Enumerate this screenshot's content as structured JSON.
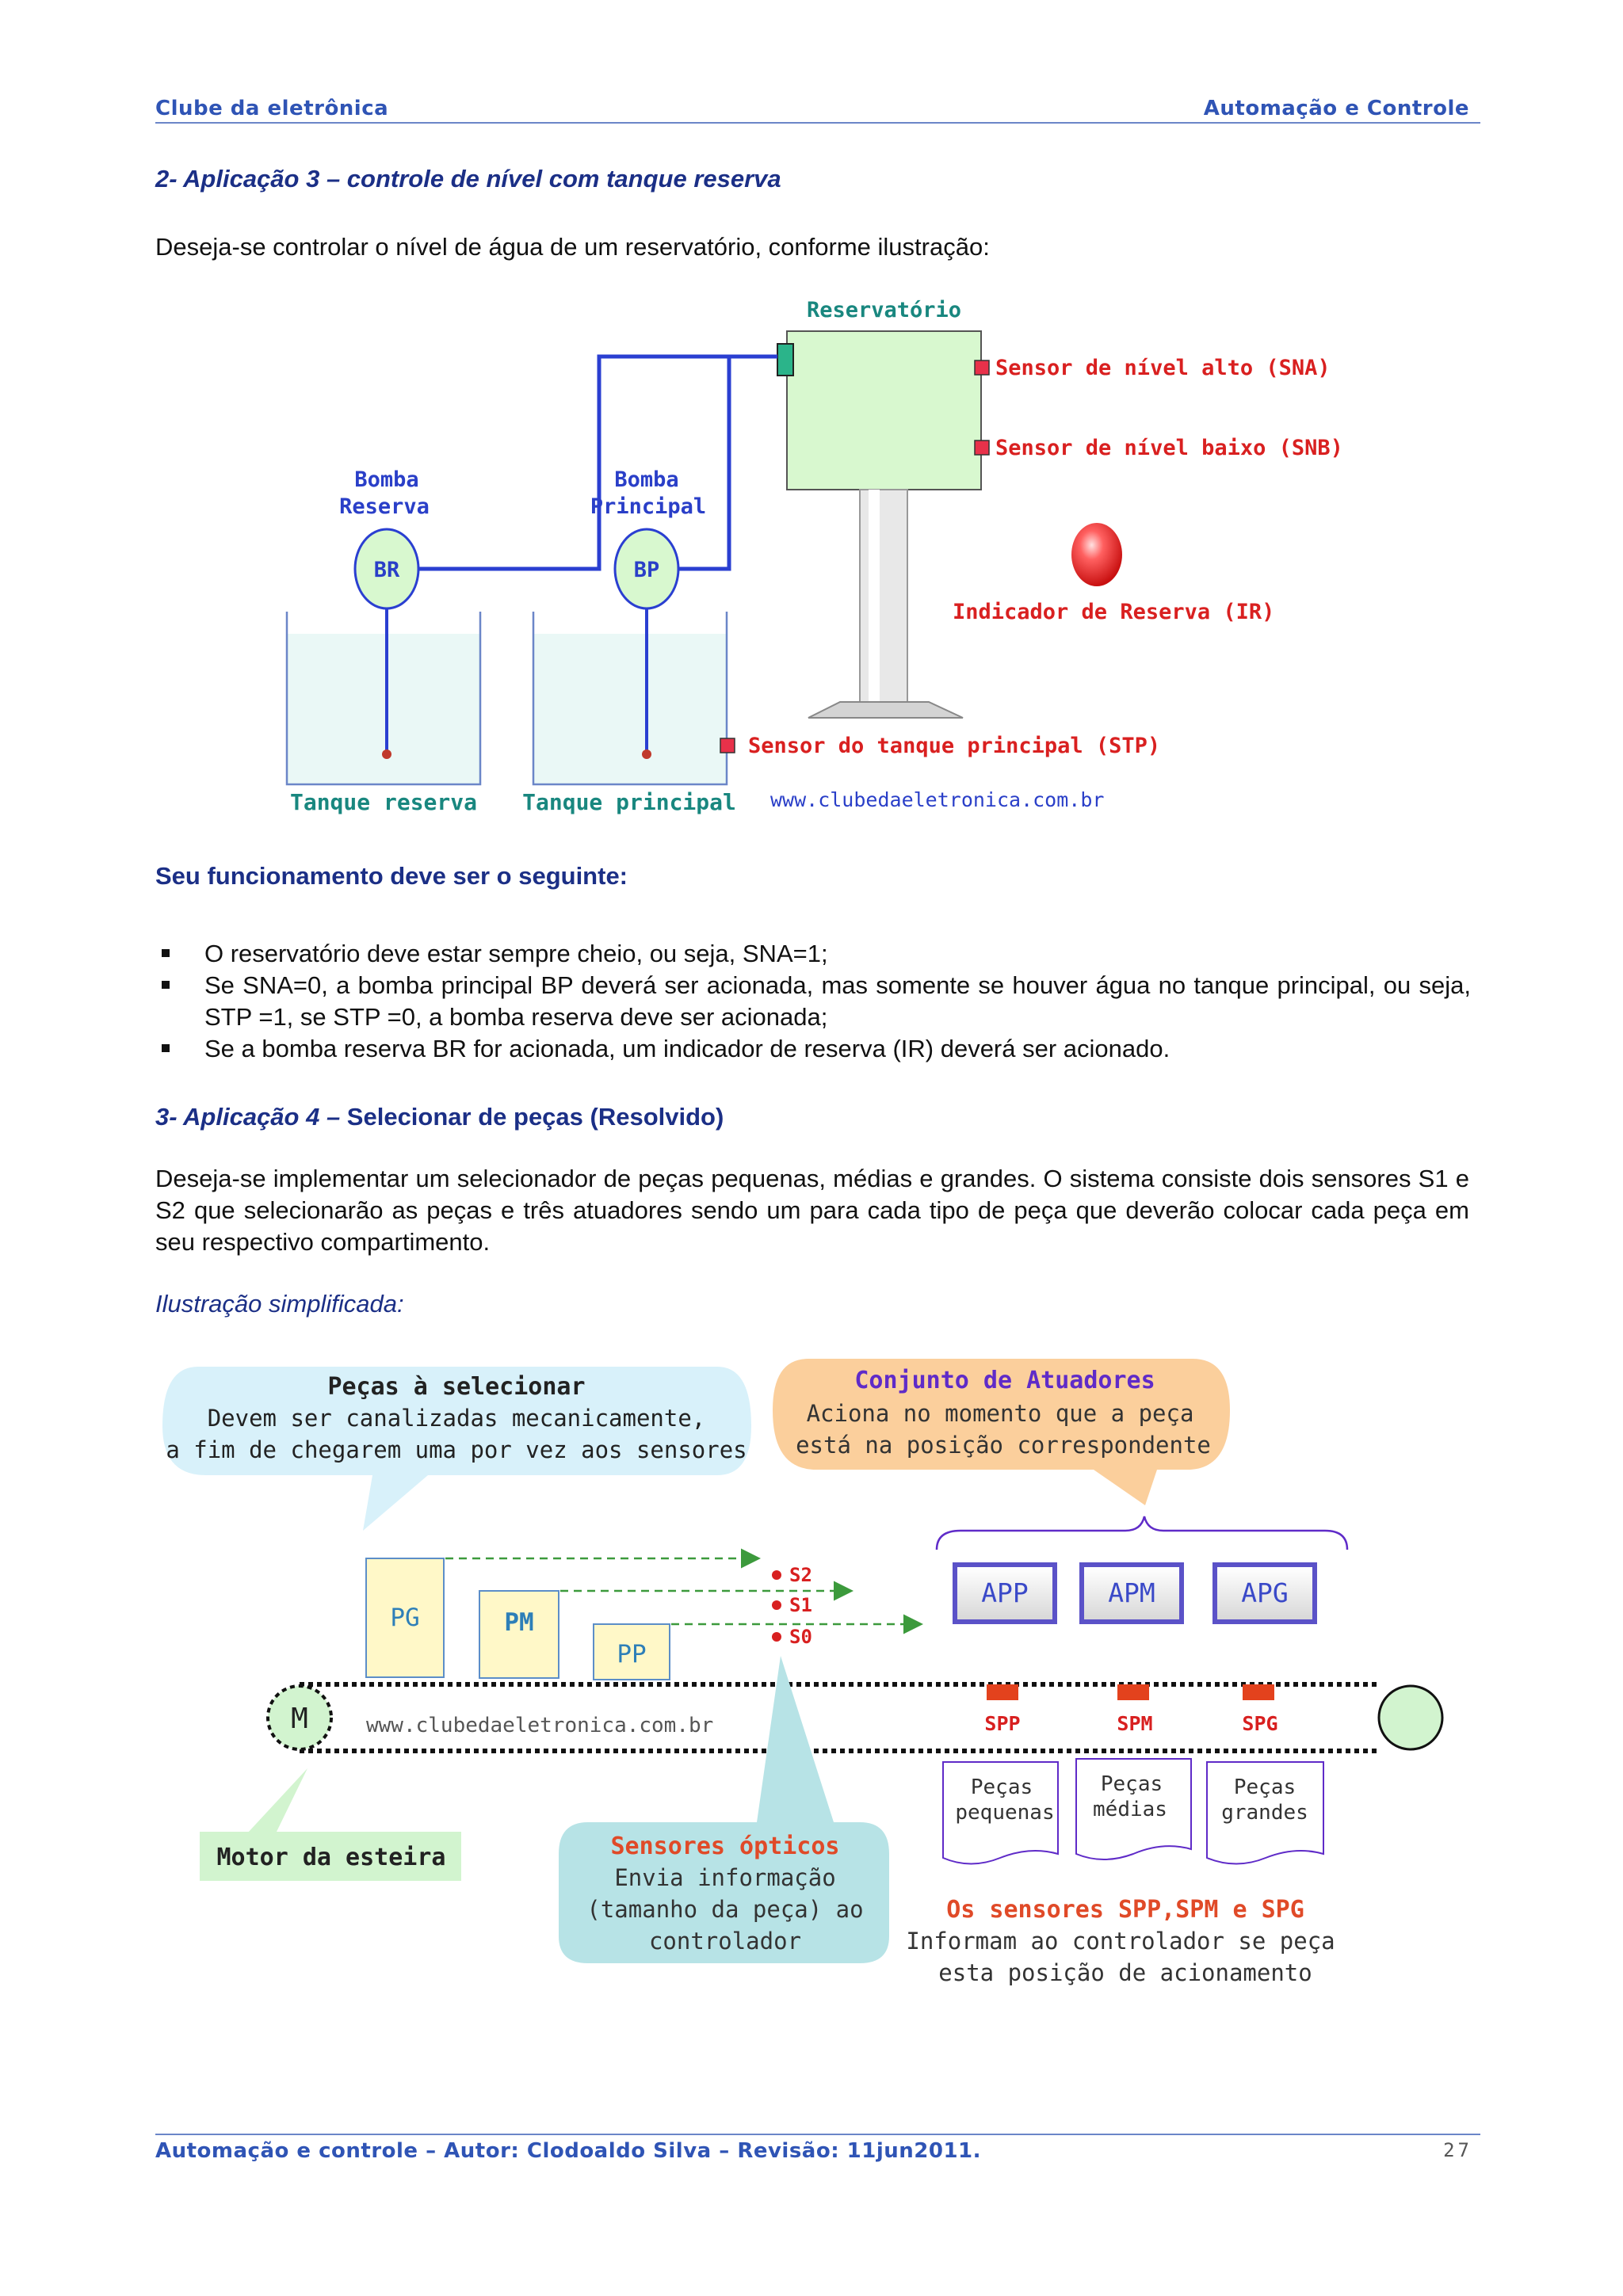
{
  "header": {
    "left": "Clube da eletrônica",
    "right": "Automação e Controle"
  },
  "section2": {
    "heading": "2- Aplicação 3 – controle de nível com tanque reserva",
    "intro": "Deseja-se controlar o nível de água de um reservatório, conforme ilustração:"
  },
  "diagram1": {
    "reservoir_label": "Reservatório",
    "sna_label": "Sensor de nível alto (SNA)",
    "snb_label": "Sensor de nível baixo (SNB)",
    "bomba_reserva_l1": "Bomba",
    "bomba_reserva_l2": "Reserva",
    "bomba_principal_l1": "Bomba",
    "bomba_principal_l2": "Principal",
    "br": "BR",
    "bp": "BP",
    "ir_label": "Indicador de Reserva (IR)",
    "stp_label": "Sensor do tanque principal (STP)",
    "tank_reserva": "Tanque reserva",
    "tank_principal": "Tanque principal",
    "website": "www.clubedaeletronica.com.br",
    "colors": {
      "water": "#dff3ef",
      "reservoir": "#d8f8cf",
      "pipe": "#2a3fd1",
      "label_red": "#d92020",
      "label_blue": "#2a3fc8",
      "label_teal": "#19877f"
    }
  },
  "operation": {
    "heading": "Seu funcionamento deve ser o seguinte:",
    "items": [
      "O reservatório deve estar sempre cheio, ou seja, SNA=1;",
      "Se SNA=0, a bomba principal BP deverá ser acionada, mas somente se houver água no tanque principal, ou seja, STP =1, se STP =0, a bomba reserva deve ser acionada;",
      "Se a bomba reserva BR for acionada, um indicador de reserva (IR) deverá ser acionado."
    ]
  },
  "section3": {
    "heading_italic": "3- Aplicação 4 –",
    "heading_rest": " Selecionar de peças (Resolvido)",
    "paragraph": "Deseja-se implementar um selecionador de peças pequenas, médias e grandes. O sistema consiste dois sensores S1 e S2 que selecionarão as peças e três atuadores sendo um para cada tipo de peça que deverão colocar cada peça em seu respectivo compartimento.",
    "illustration_label": "Ilustração simplificada:"
  },
  "diagram2": {
    "callout_pecas_title": "Peças à selecionar",
    "callout_pecas_l1": "Devem ser canalizadas mecanicamente,",
    "callout_pecas_l2": "a fim de chegarem uma por vez aos sensores",
    "callout_atuadores_title": "Conjunto de Atuadores",
    "callout_atuadores_l1": "Aciona no momento que a peça",
    "callout_atuadores_l2": "está na posição correspondente",
    "pg": "PG",
    "pm": "PM",
    "pp": "PP",
    "s2": "S2",
    "s1": "S1",
    "s0": "S0",
    "app": "APP",
    "apm": "APM",
    "apg": "APG",
    "motor_symbol": "M",
    "website": "www.clubedaeletronica.com.br",
    "spp": "SPP",
    "spm": "SPM",
    "spg": "SPG",
    "bin_pequenas_l1": "Peças",
    "bin_pequenas_l2": "pequenas",
    "bin_medias_l1": "Peças",
    "bin_medias_l2": "médias",
    "bin_grandes_l1": "Peças",
    "bin_grandes_l2": "grandes",
    "motor_label": "Motor da esteira",
    "sensores_title": "Sensores ópticos",
    "sensores_l1": "Envia informação",
    "sensores_l2": "(tamanho da peça) ao",
    "sensores_l3": "controlador",
    "spp_note_title": "Os sensores SPP,SPM e SPG",
    "spp_note_l1": "Informam ao controlador se peça",
    "spp_note_l2": "esta posição de acionamento"
  },
  "footer": {
    "text": "Automação e controle – Autor: Clodoaldo Silva – Revisão: 11jun2011.",
    "page": "27"
  }
}
